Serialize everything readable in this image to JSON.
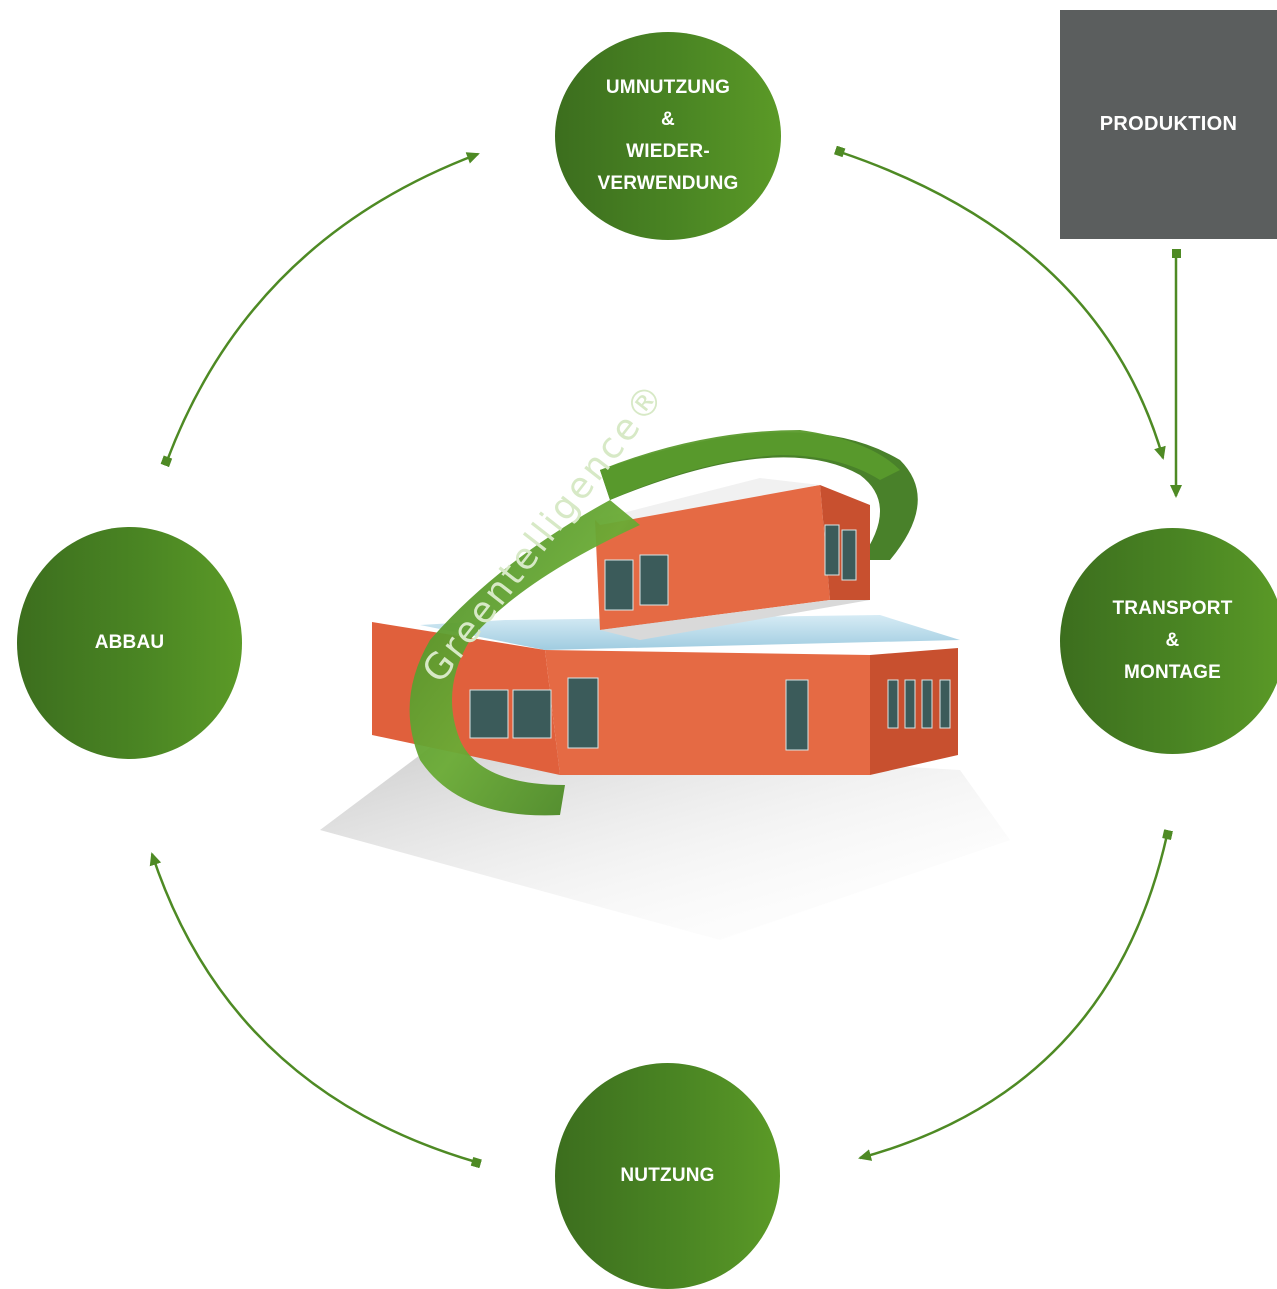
{
  "diagram": {
    "nodes": {
      "top": "UMNUTZUNG\n&\nWIEDER-\nVERWENDUNG",
      "left": "ABBAU",
      "right": "TRANSPORT\n&\nMONTAGE",
      "bottom": "NUTZUNG"
    },
    "production_box": "PRODUKTION",
    "center_brand": "Greentelligence®"
  },
  "colors": {
    "node_green": "#4a8523",
    "arrow_green": "#4e8a24",
    "production_gray": "#5b5e5e",
    "facade_red": "#e0603c"
  },
  "icons": {
    "center": "modular-building-illustration"
  }
}
